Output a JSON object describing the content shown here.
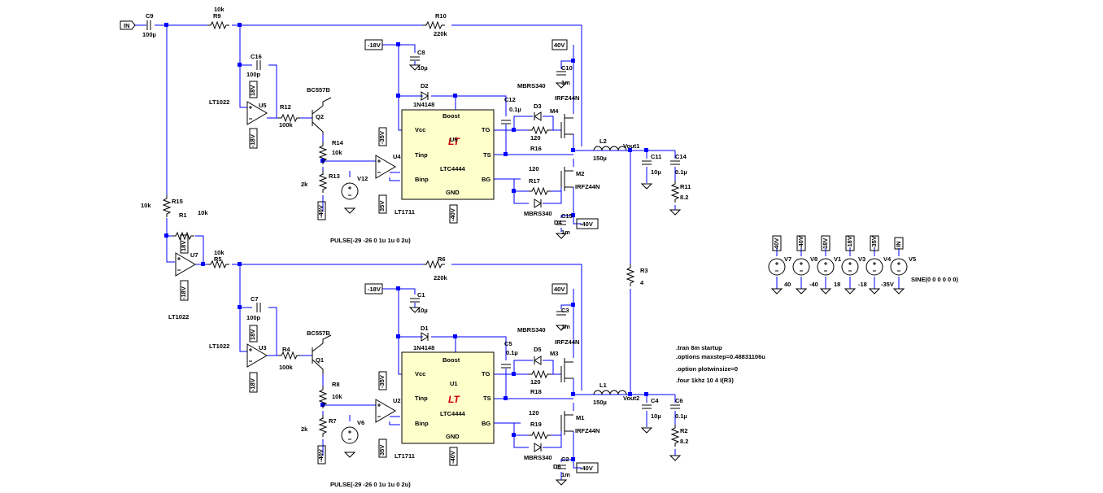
{
  "colors": {
    "wire": "#0000ff",
    "component": "#000000",
    "chip_fill": "#ffffcc",
    "logo": "#cc0000"
  },
  "labels": {
    "in_port": "IN",
    "c9": "C9",
    "c9v": "100µ",
    "r9": "R9",
    "r9v": "10k",
    "r10": "R10",
    "r10v": "220k",
    "c16": "C16",
    "c16v": "100p",
    "u5": "U5",
    "lt1022a": "LT1022",
    "r12": "R12",
    "r12v": "100k",
    "bc557a": "BC557B",
    "q2": "Q2",
    "r14": "R14",
    "r14v": "10k",
    "r13": "R13",
    "r13v": "2k",
    "v12": "V12",
    "u4": "U4",
    "lt1711a": "LT1711",
    "pulse1": "PULSE(-29 -26 0 1u 1u 0 2u)",
    "n18a": "-18V",
    "c8": "C8",
    "c8v": "10µ",
    "d2": "D2",
    "n4148a": "1N4148",
    "c12": "C12",
    "c12v": "0.1µ",
    "u6": "U6",
    "ltc4444a": "LTC4444",
    "boost": "Boost",
    "vcc": "Vcc",
    "tinp": "Tinp",
    "binp": "Binp",
    "gnd": "GND",
    "tg": "TG",
    "ts": "TS",
    "bg": "BG",
    "d3": "D3",
    "mbrs1": "MBRS340",
    "r16": "R16",
    "r16v": "120",
    "m4": "M4",
    "irfa": "IRFZ44N",
    "p40a": "40V",
    "c10": "C10",
    "c10v": "1m",
    "r17": "R17",
    "r17v": "120",
    "d4": "D4",
    "mbrs2": "MBRS340",
    "m2": "M2",
    "irfb": "IRFZ44N",
    "c15": "C15",
    "c15v": "1m",
    "n40a": "-40V",
    "l2": "L2",
    "l2v": "150µ",
    "vout1": "Vout1",
    "c11": "C11",
    "c11v": "10µ",
    "c14": "C14",
    "c14v": "0.1µ",
    "r11": "R11",
    "r11v": "8.2",
    "r15": "R15",
    "r15v": "10k",
    "r1": "R1",
    "r1v": "10k",
    "u7": "U7",
    "lt1022c": "LT1022",
    "r5": "R5",
    "r5v": "10k",
    "r6": "R6",
    "r6v": "220k",
    "c7": "C7",
    "c7v": "100p",
    "u3": "U3",
    "lt1022b": "LT1022",
    "r4": "R4",
    "r4v": "100k",
    "bc557b": "BC557B",
    "q1": "Q1",
    "r8": "R8",
    "r8v": "10k",
    "r7": "R7",
    "r7v": "2k",
    "v6": "V6",
    "u2": "U2",
    "lt1711b": "LT1711",
    "pulse2": "PULSE(-29 -26 0 1u 1u 0 2u)",
    "n18b": "-18V",
    "c1": "C1",
    "c1v": "10µ",
    "d1": "D1",
    "n4148b": "1N4148",
    "c5": "C5",
    "c5v": "0.1µ",
    "u1": "U1",
    "ltc4444b": "LTC4444",
    "d5": "D5",
    "mbrs3": "MBRS340",
    "r18": "R18",
    "r18v": "120",
    "m3": "M3",
    "irfc": "IRFZ44N",
    "p40b": "40V",
    "c3": "C3",
    "c3v": "1m",
    "r19": "R19",
    "r19v": "120",
    "d6": "D6",
    "mbrs4": "MBRS340",
    "m1": "M1",
    "irfd": "IRFZ44N",
    "c2": "C2",
    "c2v": "1m",
    "n40b": "-40V",
    "l1": "L1",
    "l1v": "150µ",
    "vout2": "Vout2",
    "c4": "C4",
    "c4v": "10µ",
    "c6": "C6",
    "c6v": "0.1µ",
    "r2": "R2",
    "r2v": "8.2",
    "r3": "R3",
    "r3v": "4",
    "p18": "18V",
    "n18c": "-18V",
    "n35": "-35V",
    "p35": "35V",
    "p40": "40V",
    "n40": "-40V",
    "v7": "V7",
    "v7v": "40",
    "v8": "V8",
    "v8v": "-40",
    "v1": "V1",
    "v1v": "18",
    "v3": "V3",
    "v3v": "-18",
    "v4": "V4",
    "v4v": "-35V",
    "v5": "V5",
    "v5v": "SINE(0 0 0 0 0 0)",
    "dir1": ".tran 8m startup",
    "dir2": ".options maxstep=0.48831106u",
    "dir3": ".option plotwinsize=0",
    "dir4": ".four 1khz 10 4 I(R3)"
  }
}
